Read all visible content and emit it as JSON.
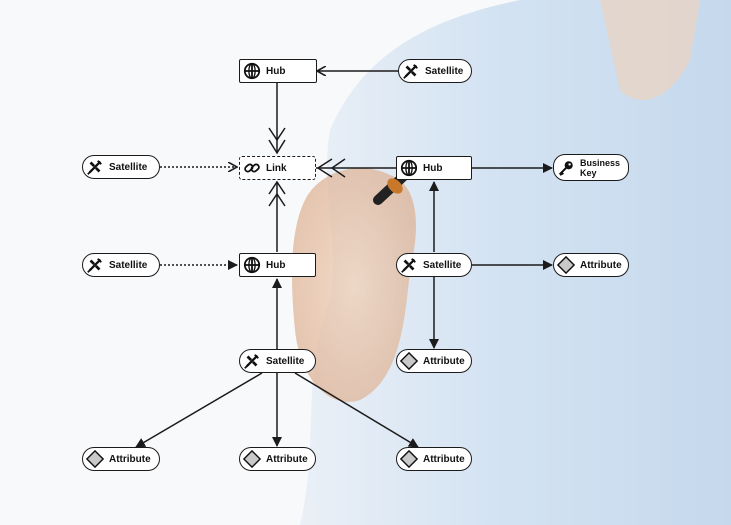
{
  "diagram": {
    "nodes": {
      "hub_top": {
        "label": "Hub",
        "icon": "globe-icon"
      },
      "satellite_top": {
        "label": "Satellite",
        "icon": "satellite-icon"
      },
      "satellite_left_1": {
        "label": "Satellite",
        "icon": "satellite-icon"
      },
      "link": {
        "label": "Link",
        "icon": "chain-link-icon"
      },
      "hub_right": {
        "label": "Hub",
        "icon": "globe-icon"
      },
      "business_key": {
        "label": "Business Key",
        "icon": "key-icon"
      },
      "satellite_left_2": {
        "label": "Satellite",
        "icon": "satellite-icon"
      },
      "hub_mid": {
        "label": "Hub",
        "icon": "globe-icon"
      },
      "satellite_right": {
        "label": "Satellite",
        "icon": "satellite-icon"
      },
      "attribute_right_1": {
        "label": "Attribute",
        "icon": "diamond-icon"
      },
      "attribute_right_2": {
        "label": "Attribute",
        "icon": "diamond-icon"
      },
      "satellite_bottom": {
        "label": "Satellite",
        "icon": "satellite-icon"
      },
      "attribute_bottom_1": {
        "label": "Attribute",
        "icon": "diamond-icon"
      },
      "attribute_bottom_2": {
        "label": "Attribute",
        "icon": "diamond-icon"
      },
      "attribute_bottom_3": {
        "label": "Attribute",
        "icon": "diamond-icon"
      }
    },
    "colors": {
      "stroke": "#1b1b1b",
      "node_fill": "#ffffff",
      "shirt": "#cfe0f2",
      "skin": "#e8c3a6"
    }
  }
}
